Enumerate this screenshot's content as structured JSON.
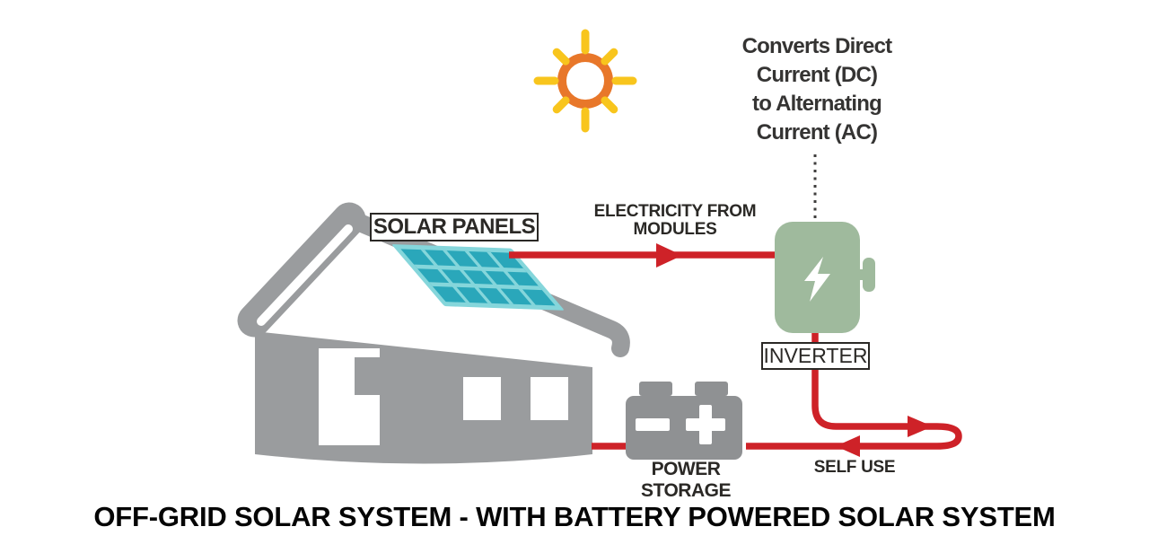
{
  "title": "OFF-GRID SOLAR SYSTEM - WITH BATTERY POWERED SOLAR SYSTEM",
  "diagram": {
    "solar_panels_label": "SOLAR PANELS",
    "electricity_label": [
      "ELECTRICITY FROM",
      "MODULES"
    ],
    "inverter_note": [
      "Converts Direct",
      "Current (DC)",
      "to Alternating",
      "Current (AC)"
    ],
    "inverter_label": "INVERTER",
    "power_storage_label": "POWER STORAGE",
    "self_use_label": "SELF USE"
  },
  "icons": {
    "sun": "sun-icon",
    "house": "house-icon",
    "solar_panel": "solar-panel-icon",
    "inverter_box": "inverter-icon",
    "lightning_bolt": "lightning-bolt-icon",
    "battery": "battery-icon",
    "flow_arrows": "flow-arrow-icons",
    "dotted_connector": "dotted-connector-icon"
  },
  "colors": {
    "flow_red": "#CE2228",
    "house_gray": "#9A9C9E",
    "battery_gray": "#8F9193",
    "inverter_green": "#9FBA9D",
    "panel_frame_teal": "#85D6DB",
    "panel_cell_teal": "#2AA7BA",
    "sun_orange": "#E8772A",
    "sun_ray_yellow": "#F8C51D",
    "label_text": "#2B2926",
    "note_text": "#353433",
    "title_text": "#050505",
    "background": "#FFFFFF"
  }
}
